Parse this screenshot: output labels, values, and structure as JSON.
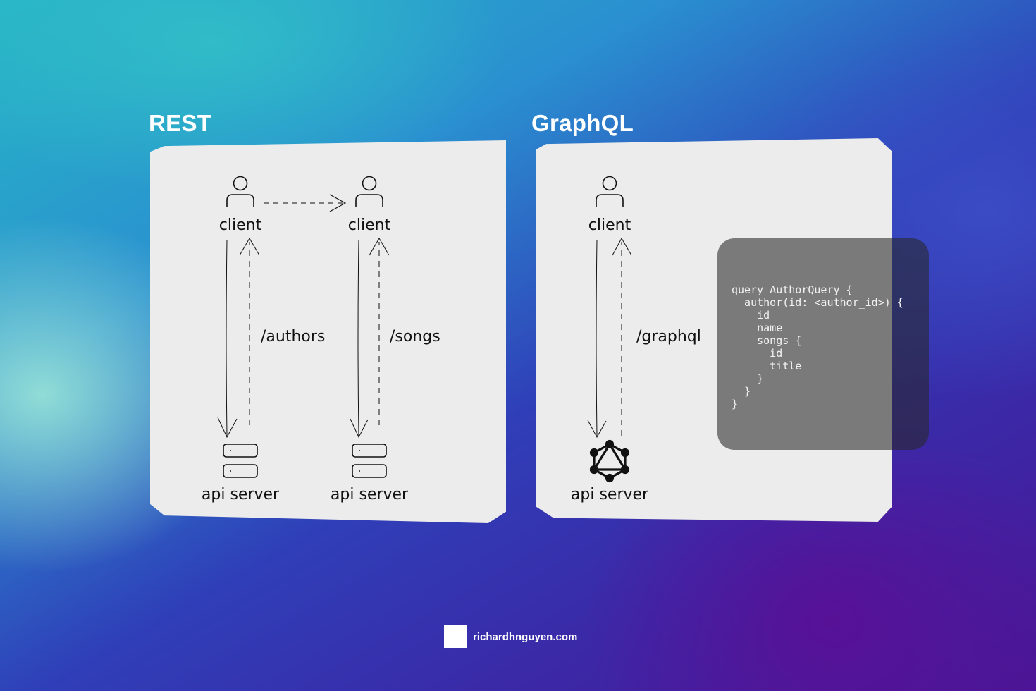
{
  "rest": {
    "heading": "REST",
    "client_left": "client",
    "client_right": "client",
    "endpoint_authors": "/authors",
    "endpoint_songs": "/songs",
    "server_left": "api server",
    "server_right": "api server"
  },
  "graphql": {
    "heading": "GraphQL",
    "client": "client",
    "endpoint": "/graphql",
    "server": "api server",
    "query_code": "query AuthorQuery {\n  author(id: <author_id>) {\n    id\n    name\n    songs {\n      id\n      title\n    }\n  }\n}"
  },
  "footer": {
    "site": "richardhnguyen.com"
  },
  "icons": {
    "user": "user-icon",
    "server": "server-icon",
    "graphql_logo": "graphql-logo-icon"
  },
  "colors": {
    "panel": "#ececec",
    "ink": "#111111",
    "heading": "#ffffff"
  }
}
